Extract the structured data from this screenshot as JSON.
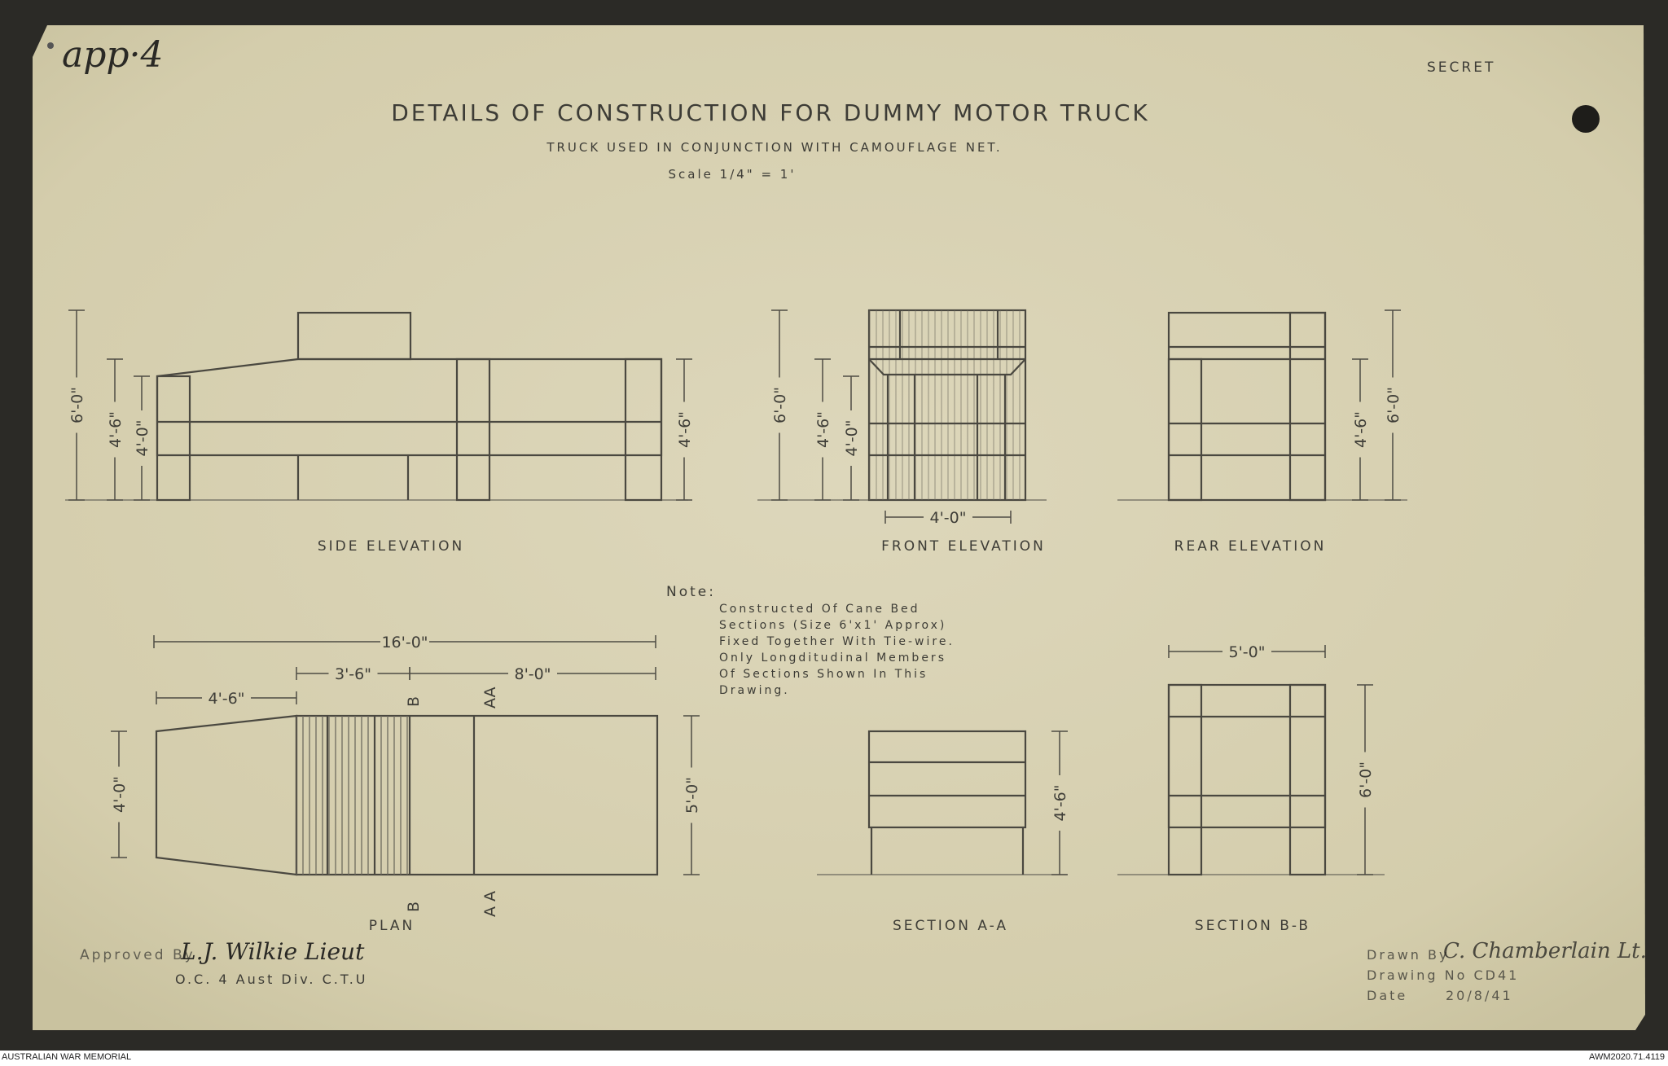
{
  "document": {
    "annotation_top_left": "app·4",
    "classification": "SECRET",
    "title": "DETAILS OF CONSTRUCTION FOR DUMMY MOTOR TRUCK",
    "subtitle": "TRUCK USED IN CONJUNCTION WITH CAMOUFLAGE NET.",
    "scale": "Scale 1/4\" = 1'"
  },
  "views": {
    "side_elevation": {
      "label": "SIDE ELEVATION",
      "dims": [
        "6'-0\"",
        "4'-6\"",
        "4'-0\"",
        "4'-6\""
      ]
    },
    "front_elevation": {
      "label": "FRONT ELEVATION",
      "dims": [
        "6'-0\"",
        "4'-6\"",
        "4'-0\"",
        "4'-0\""
      ]
    },
    "rear_elevation": {
      "label": "REAR ELEVATION",
      "dims": [
        "4'-6\"",
        "6'-0\""
      ]
    },
    "plan": {
      "label": "PLAN",
      "dims": [
        "16'-0\"",
        "3'-6\"",
        "8'-0\"",
        "4'-6\"",
        "4'-0\"",
        "5'-0\""
      ],
      "section_marks": [
        "B",
        "AA",
        "B",
        "A A"
      ]
    },
    "section_aa": {
      "label": "SECTION A-A",
      "dims": [
        "4'-6\""
      ]
    },
    "section_bb": {
      "label": "SECTION B-B",
      "dims": [
        "5'-0\"",
        "6'-0\""
      ]
    }
  },
  "note": {
    "heading": "Note:",
    "lines": [
      "Constructed Of Cane Bed",
      "Sections (Size 6'x1' Approx)",
      "Fixed Together With Tie-wire.",
      "Only Longditudinal Members",
      "Of Sections Shown In This",
      "Drawing."
    ]
  },
  "approval": {
    "label": "Approved By",
    "signature": "L.J. Wilkie Lieut",
    "unit": "O.C. 4 Aust Div. C.T.U"
  },
  "title_block": {
    "drawn_by_label": "Drawn By",
    "drawn_by_signature": "C. Chamberlain Lt.",
    "drawing_no": "Drawing No CD41",
    "date_label": "Date",
    "date": "20/8/41"
  },
  "footer": {
    "left": "AUSTRALIAN WAR MEMORIAL",
    "right": "AWM2020.71.4119"
  },
  "colors": {
    "paper": "#d8d2b3",
    "mount": "#2b2a26",
    "pencil": "#3b3a34"
  }
}
